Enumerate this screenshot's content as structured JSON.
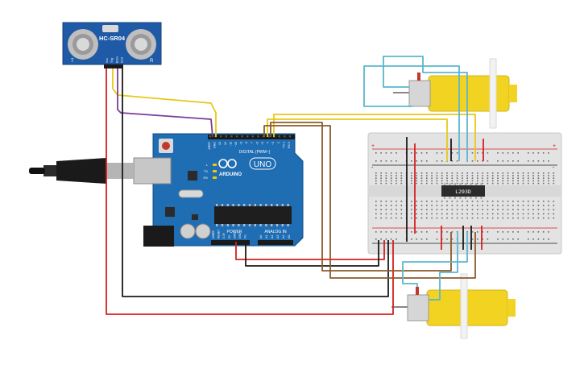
{
  "sensor": {
    "label": "HC-SR04",
    "pin_labels": [
      "Vcc",
      "Trig",
      "Echo",
      "Gnd"
    ],
    "emitter_labels": [
      "T",
      "R"
    ]
  },
  "arduino": {
    "brand": "ARDUINO",
    "model": "UNO",
    "digital_header_label": "DIGITAL (PWM~)",
    "analog_header_label": "ANALOG IN",
    "power_header_label": "POWER",
    "led_labels": [
      "L",
      "TX",
      "RX"
    ],
    "digital_pin_labels": [
      "AREF",
      "GND",
      "13",
      "12",
      "~11",
      "~10",
      "~9",
      "8",
      "7",
      "~6",
      "~5",
      "4",
      "~3",
      "2",
      "TX 1",
      "RX 0"
    ],
    "power_pin_labels": [
      "IOREF",
      "RESET",
      "3.3V",
      "5V",
      "GND",
      "GND",
      "Vin"
    ],
    "analog_pin_labels": [
      "A0",
      "A1",
      "A2",
      "A3",
      "A4",
      "A5"
    ]
  },
  "driver_chip": {
    "label": "L293D"
  },
  "breadboard": {
    "rail_plus": "+",
    "rail_minus": "-"
  },
  "colors": {
    "board_blue": "#1f6db3",
    "breadboard": "#e6e6e6",
    "motor_yellow": "#f2d321",
    "wire_red": "#d42020",
    "wire_black": "#1a1a1a",
    "wire_yellow": "#e8c81a",
    "wire_purple": "#7a3d99",
    "wire_brown": "#8a5a2b",
    "wire_cyan": "#5ab7cf"
  }
}
